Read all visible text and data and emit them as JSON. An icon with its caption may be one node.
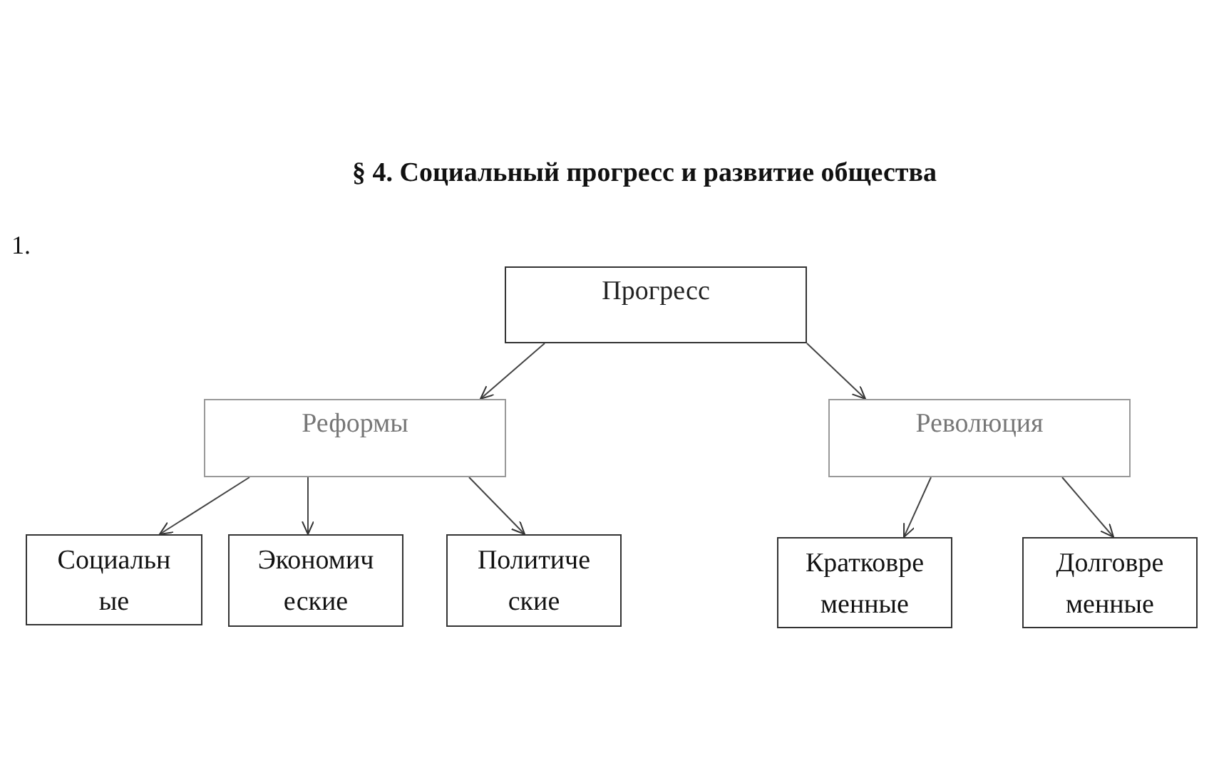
{
  "diagram": {
    "title": "§ 4. Социальный прогресс и развитие общества",
    "nodes": [
      {
        "text": [
          "Прогресс"
        ]
      },
      {
        "text": [
          "Реформы"
        ]
      },
      {
        "text": [
          "Революция"
        ]
      },
      {
        "text": [
          "Социальн ые"
        ]
      },
      {
        "text": [
          "Экономич еские"
        ]
      },
      {
        "text": [
          "Политиче ские"
        ]
      },
      {
        "text": [
          "Кратковре менные"
        ]
      },
      {
        "text": [
          "Долговре менные"
        ]
      }
    ],
    "edges": [
      {
        "from": 0,
        "to": 1,
        "arrow": "to"
      },
      {
        "from": 0,
        "to": 2,
        "arrow": "to"
      },
      {
        "from": 1,
        "to": 3,
        "arrow": "to"
      },
      {
        "from": 1,
        "to": 4,
        "arrow": "to"
      },
      {
        "from": 1,
        "to": 5,
        "arrow": "to"
      },
      {
        "from": 2,
        "to": 6,
        "arrow": "to"
      },
      {
        "from": 2,
        "to": 7,
        "arrow": "to"
      }
    ],
    "labels": [
      "1."
    ]
  }
}
